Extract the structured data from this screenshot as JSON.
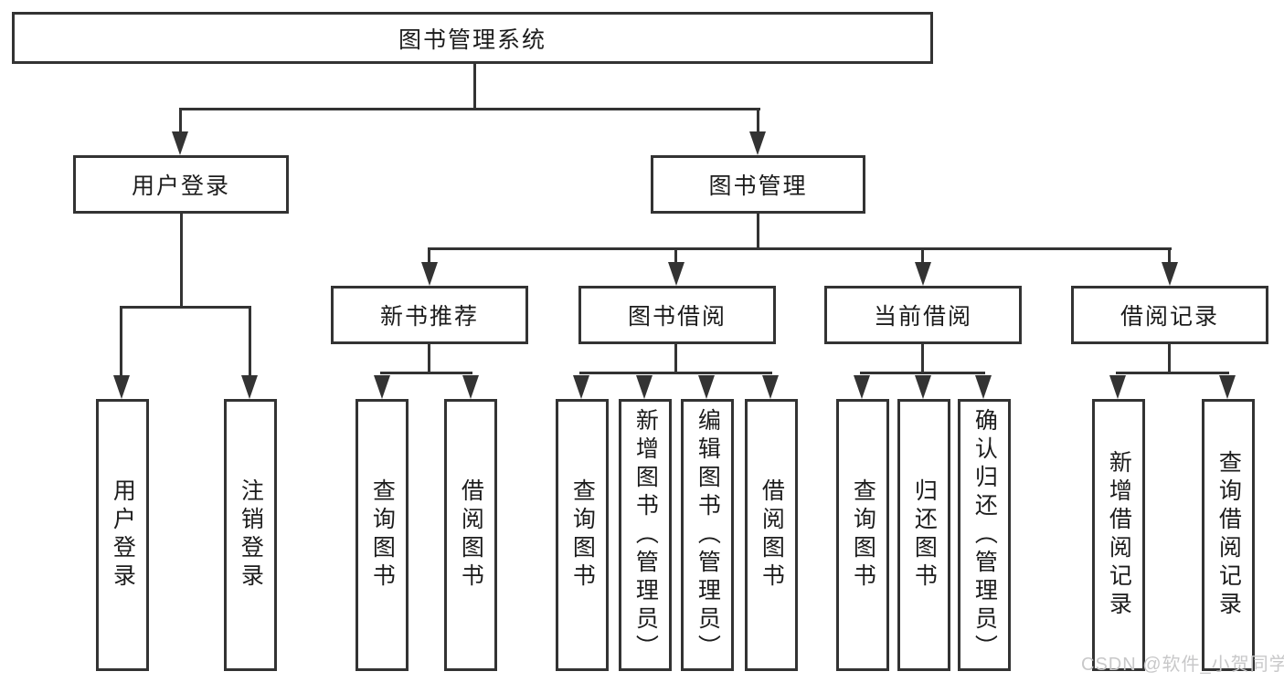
{
  "diagram_type": "hierarchy-tree",
  "tree": {
    "root": {
      "label": "图书管理系统"
    },
    "children": [
      {
        "label": "用户登录",
        "children": [
          {
            "label": "用户登录"
          },
          {
            "label": "注销登录"
          }
        ]
      },
      {
        "label": "图书管理",
        "children": [
          {
            "label": "新书推荐",
            "children": [
              {
                "label": "查询图书"
              },
              {
                "label": "借阅图书"
              }
            ]
          },
          {
            "label": "图书借阅",
            "children": [
              {
                "label": "查询图书"
              },
              {
                "label": "新增图书（管理员）"
              },
              {
                "label": "编辑图书（管理员）"
              },
              {
                "label": "借阅图书"
              }
            ]
          },
          {
            "label": "当前借阅",
            "children": [
              {
                "label": "查询图书"
              },
              {
                "label": "归还图书"
              },
              {
                "label": "确认归还（管理员）"
              }
            ]
          },
          {
            "label": "借阅记录",
            "children": [
              {
                "label": "新增借阅记录"
              },
              {
                "label": "查询借阅记录"
              }
            ]
          }
        ]
      }
    ]
  },
  "watermark": {
    "text": "CSDN @软件_小贺同学"
  },
  "colors": {
    "line": "#333333",
    "text": "#1c1c1c",
    "watermark": "#c8c8c9",
    "background": "#ffffff"
  }
}
